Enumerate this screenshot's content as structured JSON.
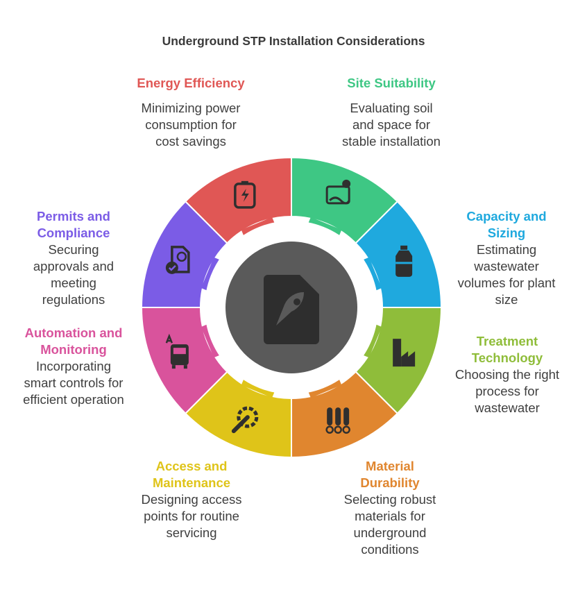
{
  "title": "Underground STP Installation Considerations",
  "colors": {
    "center": "#5a5a5a",
    "center_icon": "#2e2e2e",
    "icon": "#2f2f2f",
    "background": "#ffffff"
  },
  "segments": [
    {
      "key": "site",
      "title": "Site Suitability",
      "description": "Evaluating soil and space for stable installation",
      "color": "#3ec784",
      "icon": "site-plan-icon"
    },
    {
      "key": "capacity",
      "title": "Capacity and Sizing",
      "description": "Estimating wastewater volumes for plant size",
      "color": "#1fa9de",
      "icon": "water-bottle-icon"
    },
    {
      "key": "treatment",
      "title": "Treatment Technology",
      "description": "Choosing the right process for wastewater",
      "color": "#8fbd3a",
      "icon": "factory-icon"
    },
    {
      "key": "material",
      "title": "Material Durability",
      "description": "Selecting robust materials for underground conditions",
      "color": "#e0862f",
      "icon": "pipes-icon"
    },
    {
      "key": "access",
      "title": "Access and Maintenance",
      "description": "Designing access points for routine servicing",
      "color": "#dfc419",
      "icon": "wrench-gear-icon"
    },
    {
      "key": "automation",
      "title": "Automation and Monitoring",
      "description": "Incorporating smart controls for efficient operation",
      "color": "#d9539c",
      "icon": "autonomous-bus-icon"
    },
    {
      "key": "permits",
      "title": "Permits and Compliance",
      "description": "Securing approvals and meeting regulations",
      "color": "#7b5ce6",
      "icon": "document-clock-icon"
    },
    {
      "key": "energy",
      "title": "Energy Efficiency",
      "description": "Minimizing power consumption for cost savings",
      "color": "#e05755",
      "icon": "battery-cycle-icon"
    }
  ],
  "center_icon": "document-rocket-icon",
  "labels": {
    "site": {
      "title_lines": [
        "Site Suitability"
      ],
      "desc_lines": [
        "Evaluating soil",
        "and space for",
        "stable installation"
      ]
    },
    "capacity": {
      "title_lines": [
        "Capacity and",
        "Sizing"
      ],
      "desc_lines": [
        "Estimating",
        "wastewater",
        "volumes for plant",
        "size"
      ]
    },
    "treatment": {
      "title_lines": [
        "Treatment",
        "Technology"
      ],
      "desc_lines": [
        "Choosing the right",
        "process for",
        "wastewater"
      ]
    },
    "material": {
      "title_lines": [
        "Material",
        "Durability"
      ],
      "desc_lines": [
        "Selecting robust",
        "materials for",
        "underground",
        "conditions"
      ]
    },
    "access": {
      "title_lines": [
        "Access and",
        "Maintenance"
      ],
      "desc_lines": [
        "Designing access",
        "points for routine",
        "servicing"
      ]
    },
    "automation": {
      "title_lines": [
        "Automation and",
        "Monitoring"
      ],
      "desc_lines": [
        "Incorporating",
        "smart controls for",
        "efficient operation"
      ]
    },
    "permits": {
      "title_lines": [
        "Permits and",
        "Compliance"
      ],
      "desc_lines": [
        "Securing",
        "approvals and",
        "meeting",
        "regulations"
      ]
    },
    "energy": {
      "title_lines": [
        "Energy Efficiency"
      ],
      "desc_lines": [
        "Minimizing power",
        "consumption for",
        "cost savings"
      ]
    }
  }
}
